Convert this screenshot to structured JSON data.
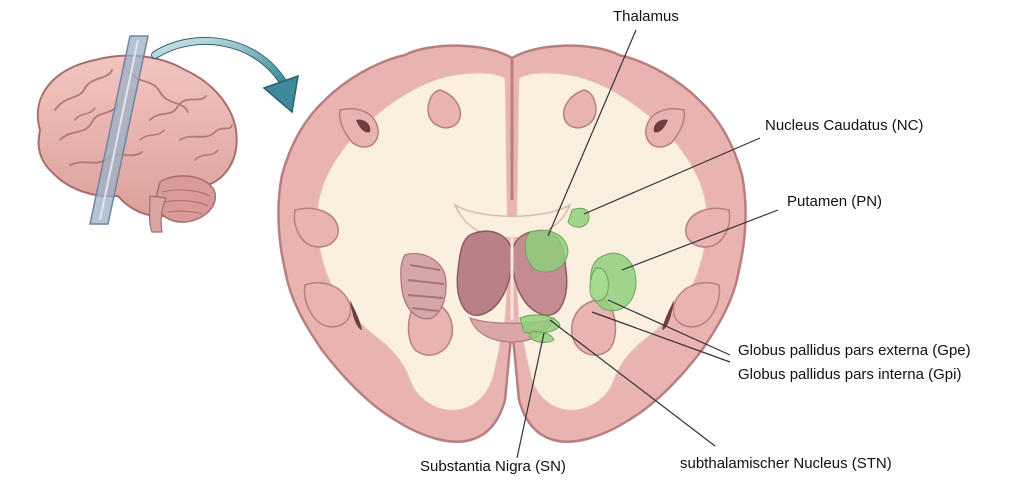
{
  "labels": {
    "thalamus": "Thalamus",
    "nucleus_caudatus": "Nucleus Caudatus (NC)",
    "putamen": "Putamen (PN)",
    "gpe": "Globus pallidus pars externa (Gpe)",
    "gpi": "Globus pallidus pars interna (Gpi)",
    "substantia_nigra": "Substantia Nigra (SN)",
    "stn": "subthalamischer Nucleus (STN)"
  },
  "colors": {
    "cortex": "#e8b3b0",
    "cortex_edge": "#b87f80",
    "white_matter": "#fbefe0",
    "deep_nuclei": "#b98088",
    "highlight": "#8fce7b",
    "arrow": "#3d8a9a",
    "slice_plane": "#9bb0c7",
    "leader_line": "#333333"
  },
  "icons": {
    "brain_side_view": "brain-lateral-illustration-icon",
    "coronal_slice": "coronal-brain-section-illustration",
    "arrow": "curved-arrow-icon"
  }
}
